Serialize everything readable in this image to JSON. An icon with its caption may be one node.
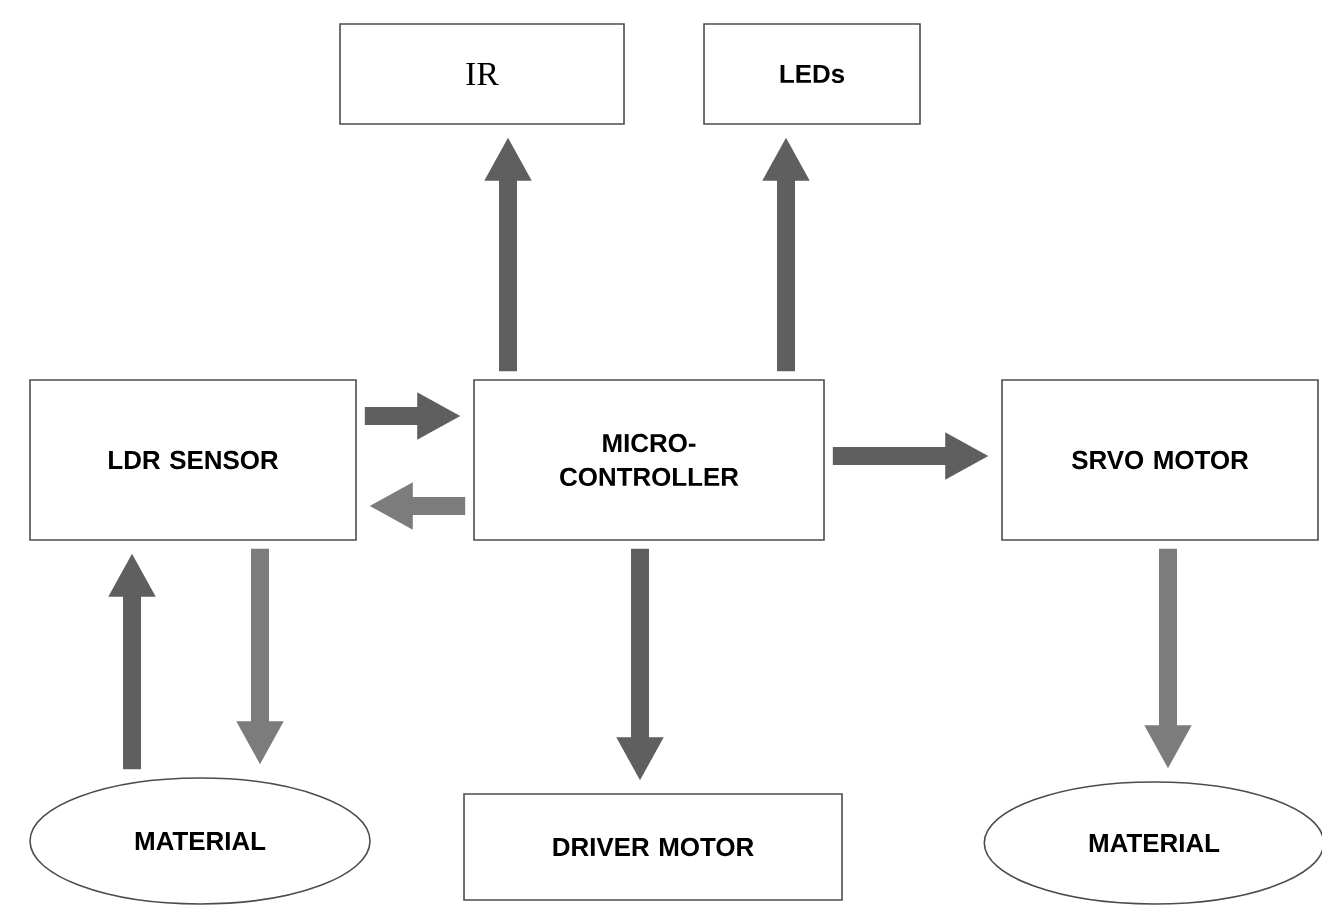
{
  "diagram": {
    "nodes": [
      {
        "text": [
          "IR"
        ]
      },
      {
        "text": [
          "LEDs"
        ]
      },
      {
        "text": [
          "LDR SENSOR"
        ]
      },
      {
        "text": [
          "MICRO- CONTROLLER"
        ]
      },
      {
        "text": [
          "SRVO MOTOR"
        ]
      },
      {
        "text": [
          "MATERIAL"
        ]
      },
      {
        "text": [
          "DRIVER MOTOR"
        ]
      },
      {
        "text": [
          "MATERIAL"
        ]
      }
    ],
    "edges": [
      {
        "from": 3,
        "to": 0,
        "arrow": "to"
      },
      {
        "from": 3,
        "to": 1,
        "arrow": "to"
      },
      {
        "from": 2,
        "to": 3,
        "arrow": "to"
      },
      {
        "from": 3,
        "to": 2,
        "arrow": "to",
        "color": "#7c7c7c"
      },
      {
        "from": 3,
        "to": 4,
        "arrow": "to"
      },
      {
        "from": 3,
        "to": 6,
        "arrow": "to"
      },
      {
        "from": 5,
        "to": 2,
        "arrow": "to"
      },
      {
        "from": 2,
        "to": 5,
        "arrow": "to",
        "color": "#7c7c7c"
      },
      {
        "from": 4,
        "to": 7,
        "arrow": "to",
        "color": "#7c7c7c"
      }
    ]
  }
}
